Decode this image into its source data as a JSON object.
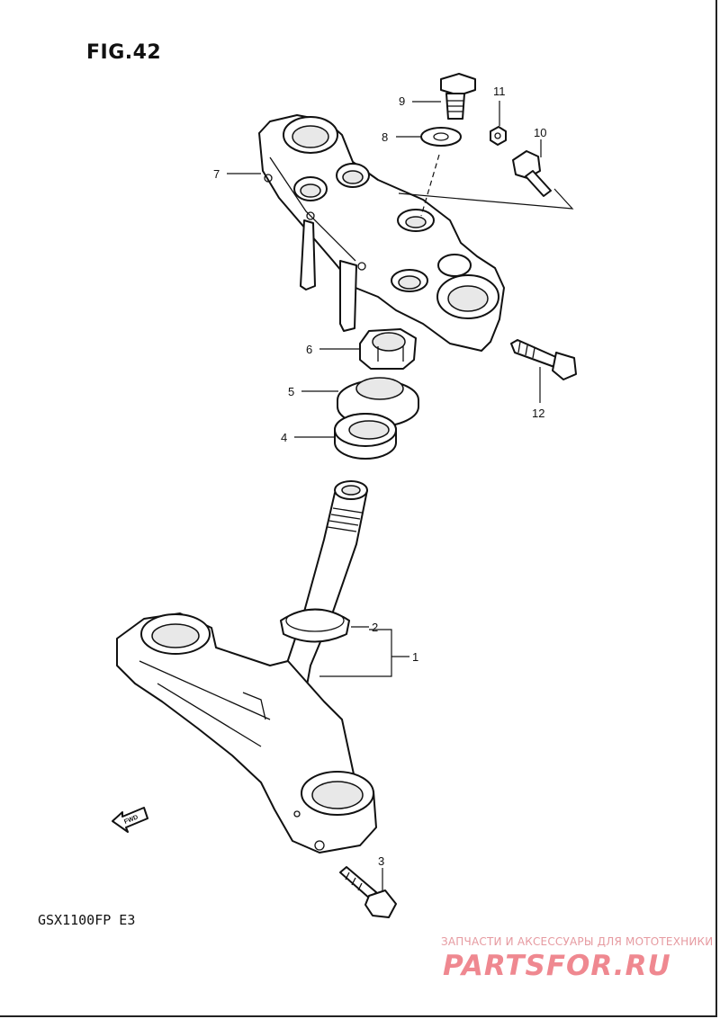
{
  "figure": {
    "title": "FIG.42",
    "model": "GSX1100FP  E3",
    "fwd_label": "FWD"
  },
  "callouts": [
    {
      "id": "1",
      "text": "1"
    },
    {
      "id": "2",
      "text": "2"
    },
    {
      "id": "3",
      "text": "3"
    },
    {
      "id": "4",
      "text": "4"
    },
    {
      "id": "5",
      "text": "5"
    },
    {
      "id": "6",
      "text": "6"
    },
    {
      "id": "7",
      "text": "7"
    },
    {
      "id": "8",
      "text": "8"
    },
    {
      "id": "9",
      "text": "9"
    },
    {
      "id": "10",
      "text": "10"
    },
    {
      "id": "11",
      "text": "11"
    },
    {
      "id": "12",
      "text": "12"
    }
  ],
  "watermark": {
    "tagline": "ЗАПЧАСТИ И АКСЕССУАРЫ ДЛЯ МОТОТЕХНИКИ",
    "logo": "PARTSFOR.RU",
    "color": "#ef8890"
  }
}
